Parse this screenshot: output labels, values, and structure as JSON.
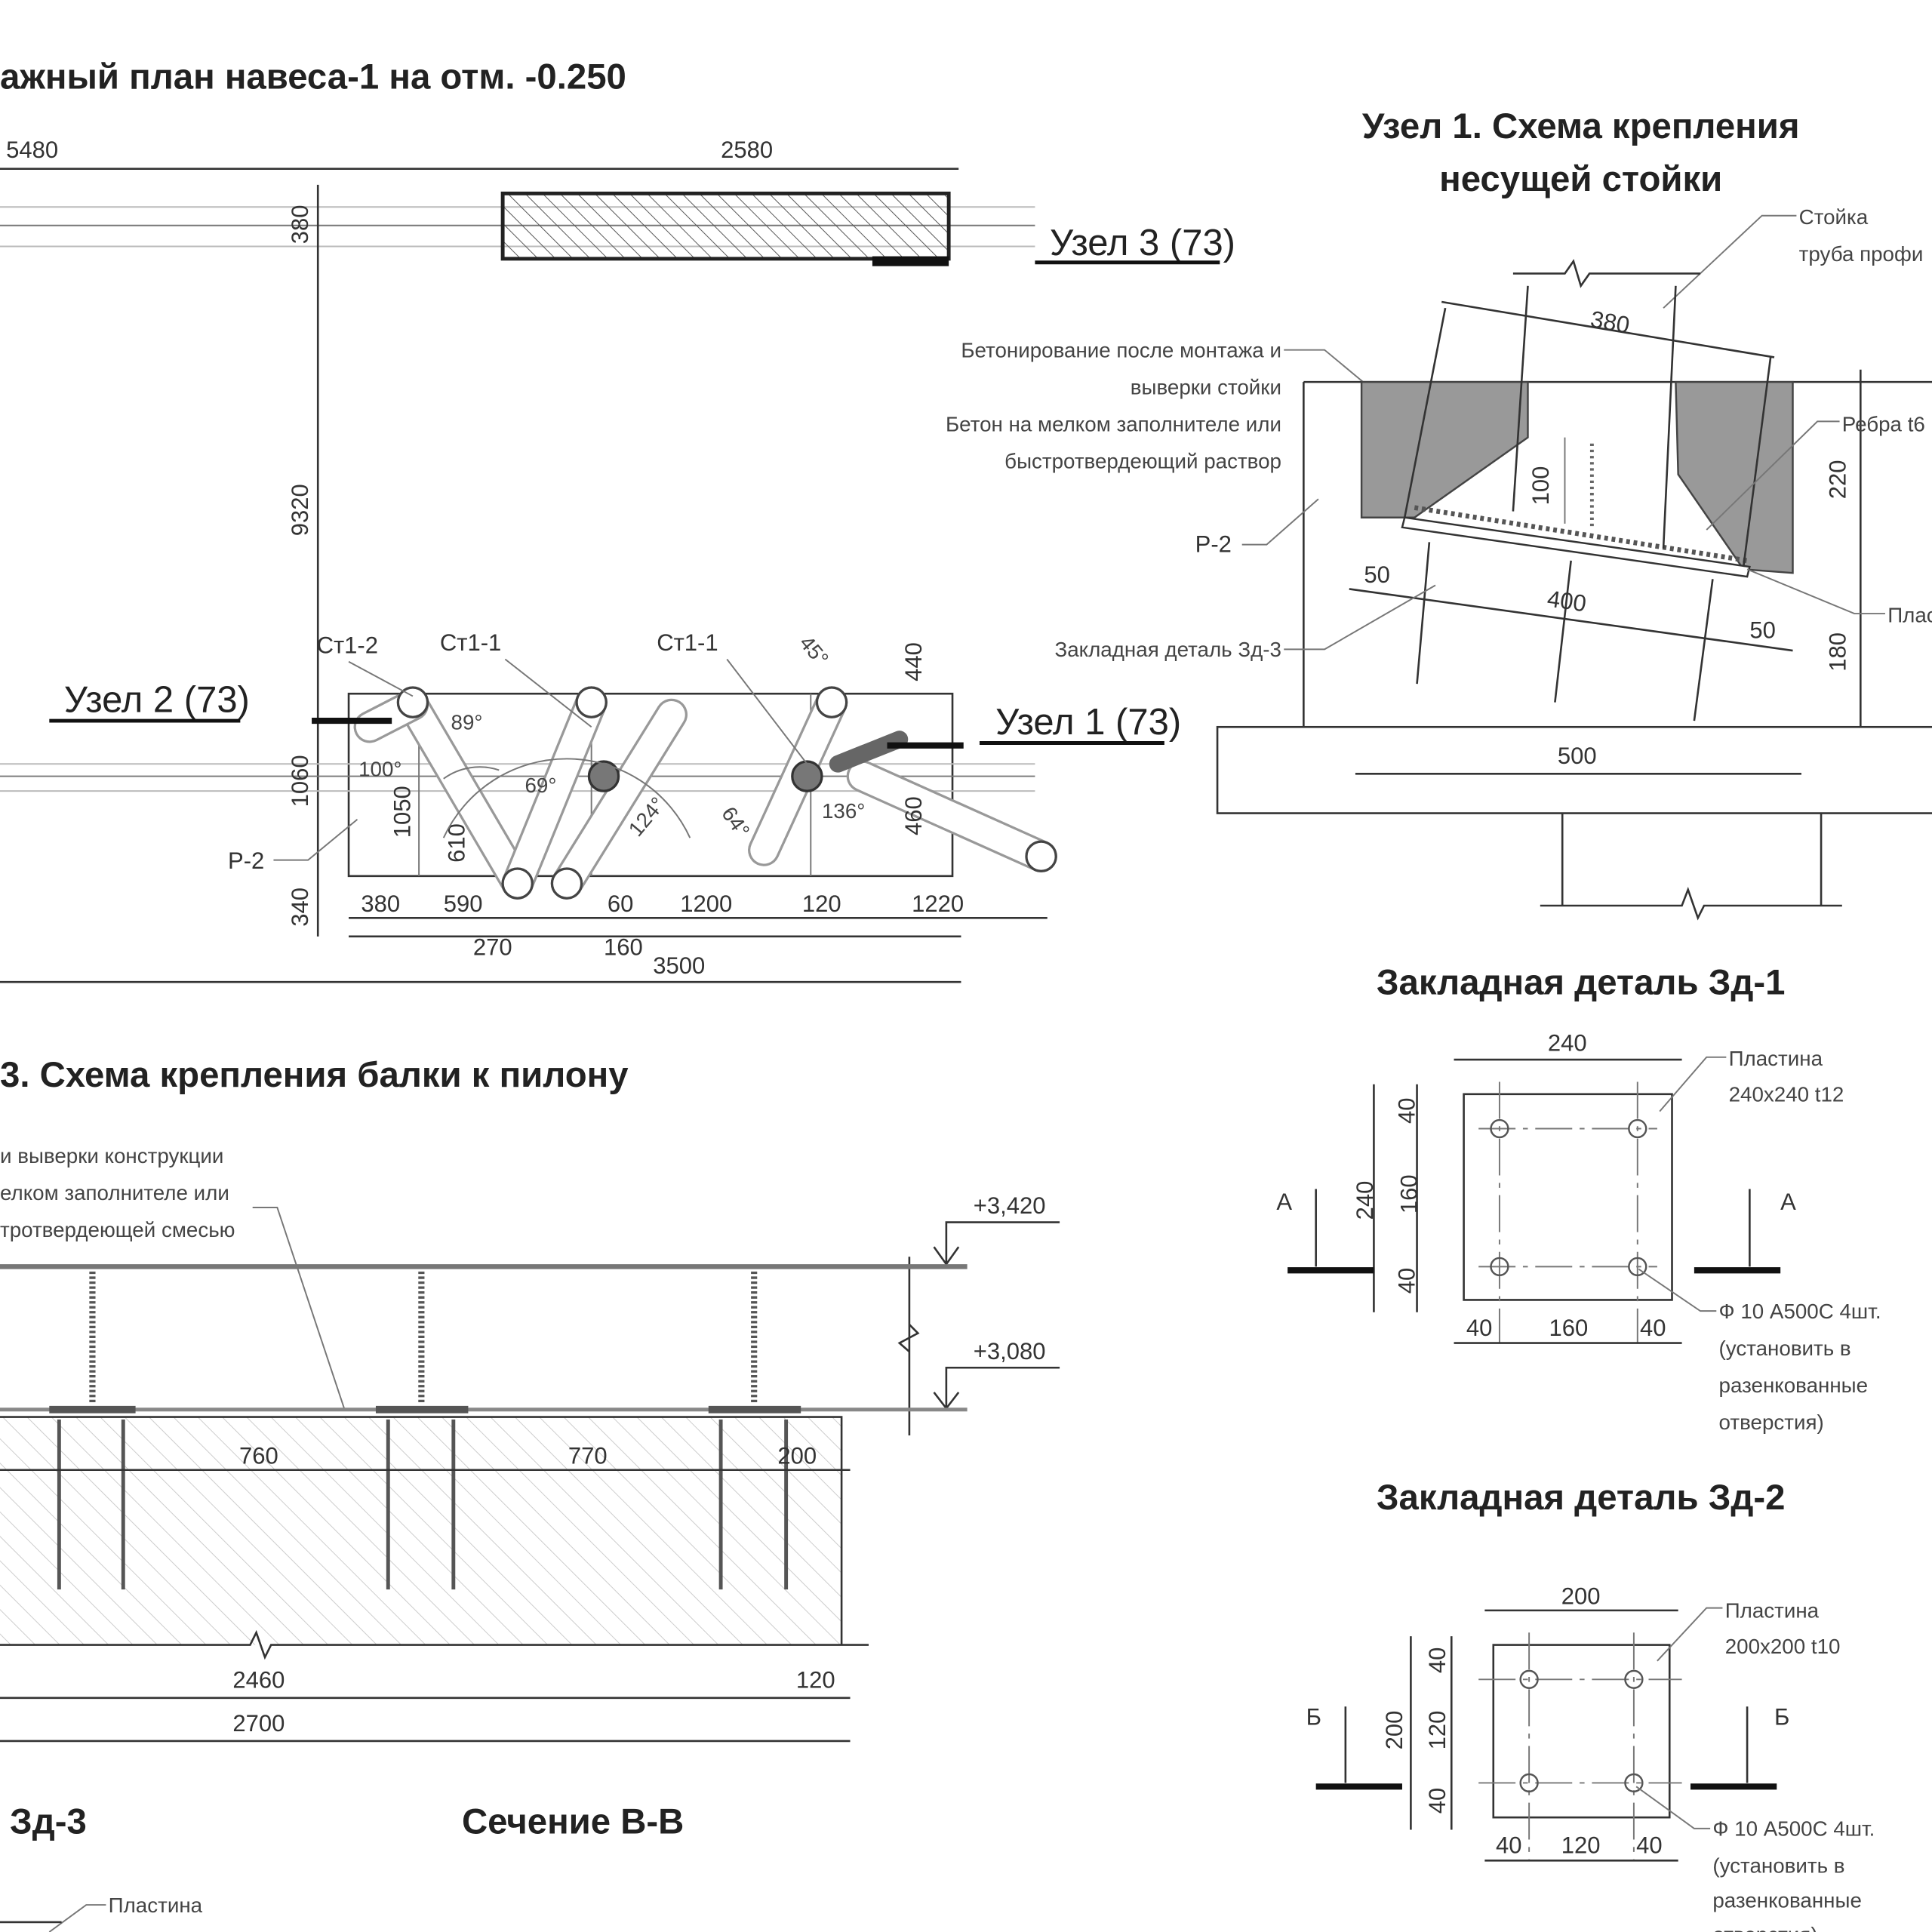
{
  "plan": {
    "title": "ажный план навеса-1 на отм. -0.250",
    "dims_top": [
      "5480",
      "2580"
    ],
    "dims_vertical": [
      "380",
      "9320",
      "1060",
      "1050",
      "610",
      "440",
      "460",
      "340"
    ],
    "dims_bottom": [
      "380",
      "590",
      "60",
      "1200",
      "120",
      "1220",
      "270",
      "160",
      "3500"
    ],
    "columns": [
      "Ст1-2",
      "Ст1-1",
      "Ст1-1"
    ],
    "angles": [
      "89°",
      "100°",
      "69°",
      "124°",
      "64°",
      "136°",
      "45°"
    ],
    "node3_ref": "Узел 3 (73)",
    "node2_ref": "Узел 2 (73)",
    "node1_ref": "Узел 1 (73)",
    "p2_label": "Р-2"
  },
  "node1": {
    "title_line1": "Узел 1. Схема крепления",
    "title_line2": "несущей стойки",
    "callout_post": [
      "Стойка",
      "труба профи"
    ],
    "callout_concrete": [
      "Бетонирование после монтажа и",
      "выверки стойки",
      "Бетон на мелком заполнителе или",
      "быстротвердеющий раствор"
    ],
    "callout_ribs": "Ребра t6",
    "callout_plate": "Плас",
    "p2_label": "Р-2",
    "embedded_label": "Закладная деталь Зд-3",
    "dims": [
      "380",
      "100",
      "220",
      "50",
      "400",
      "50",
      "180",
      "500"
    ]
  },
  "zd1": {
    "title": "Закладная деталь Зд-1",
    "dims": [
      "240",
      "240",
      "40",
      "160",
      "40",
      "40",
      "160",
      "40"
    ],
    "section_label": "А",
    "plate": [
      "Пластина",
      "240х240 t12"
    ],
    "rebar": [
      "Ф 10 А500С 4шт.",
      "(установить в",
      "разенкованные",
      "отверстия)"
    ]
  },
  "zd2": {
    "title": "Закладная деталь Зд-2",
    "dims": [
      "200",
      "200",
      "40",
      "120",
      "40",
      "40",
      "120",
      "40"
    ],
    "section_label": "Б",
    "plate": [
      "Пластина",
      "200х200 t10"
    ],
    "rebar": [
      "Ф 10 А500С 4шт.",
      "(установить в",
      "разенкованные",
      "отверстия)"
    ]
  },
  "node3": {
    "title": "3. Схема крепления балки к пилону",
    "callout": [
      "и выверки конструкции",
      "елком заполнителе или",
      "тротвердеющей смесью"
    ],
    "elevations": [
      "+3,420",
      "+3,080"
    ],
    "dims": [
      "760",
      "770",
      "200",
      "2460",
      "120",
      "2700"
    ]
  },
  "bottom": {
    "zd3_title": "Зд-3",
    "section_title": "Сечение В-В",
    "plate_label": "Пластина"
  }
}
